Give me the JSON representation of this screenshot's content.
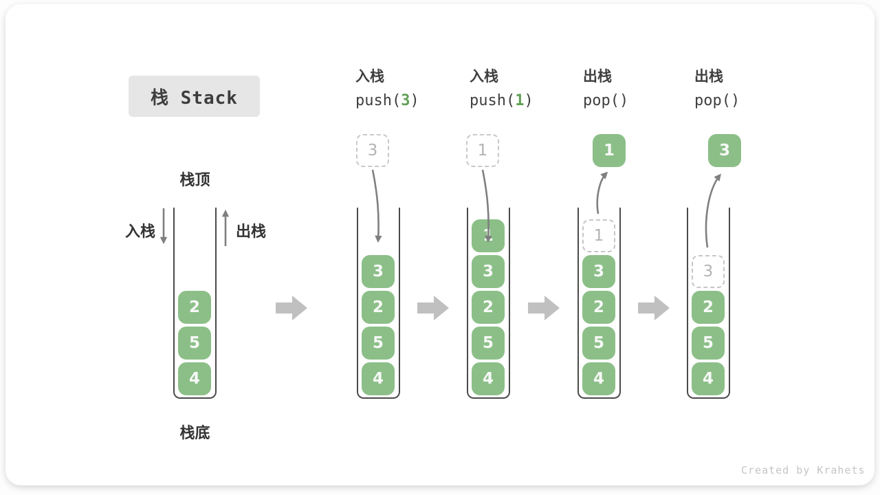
{
  "title": "栈 Stack",
  "labels": {
    "stack_top": "栈顶",
    "stack_bottom": "栈底",
    "push_side": "入栈",
    "pop_side": "出栈"
  },
  "initial_stack": {
    "elements": [
      "2",
      "5",
      "4"
    ]
  },
  "steps": [
    {
      "op": "入栈",
      "code_pre": "push(",
      "code_arg": "3",
      "code_post": ")",
      "moving_value": "3",
      "ghost": "",
      "elements": [
        "3",
        "2",
        "5",
        "4"
      ]
    },
    {
      "op": "入栈",
      "code_pre": "push(",
      "code_arg": "1",
      "code_post": ")",
      "moving_value": "1",
      "ghost": "",
      "elements": [
        "1",
        "3",
        "2",
        "5",
        "4"
      ]
    },
    {
      "op": "出栈",
      "code_pre": "pop()",
      "code_arg": "",
      "code_post": "",
      "moving_value": "1",
      "ghost": "1",
      "elements": [
        "3",
        "2",
        "5",
        "4"
      ]
    },
    {
      "op": "出栈",
      "code_pre": "pop()",
      "code_arg": "",
      "code_post": "",
      "moving_value": "3",
      "ghost": "3",
      "elements": [
        "2",
        "5",
        "4"
      ]
    }
  ],
  "footer": {
    "credit": "Created by Krahets"
  },
  "colors": {
    "element_green": "#8cbf88",
    "code_arg_green": "#5fa054",
    "step_arrow_gray": "#c0c0c0",
    "motion_arrow_gray": "#7f7f7f",
    "container_stroke": "#4a4a4a",
    "ghost_gray": "#c6c6c6",
    "title_box_bg": "#e6e6e6"
  }
}
